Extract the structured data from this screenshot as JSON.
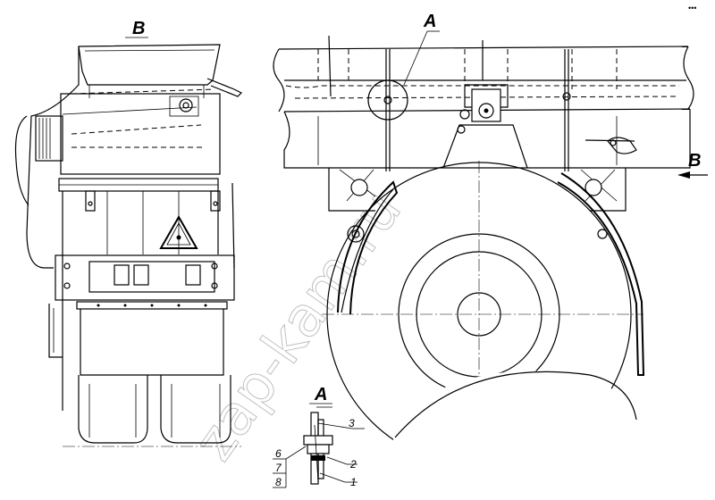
{
  "labels": {
    "view_b": "B",
    "detail_a": "A",
    "detail_a_title": "A",
    "arrow_b": "B",
    "corner_mark": "•••"
  },
  "callouts": [
    "3",
    "2",
    "1",
    "6",
    "7",
    "8"
  ],
  "watermark": "zap-kam.ru"
}
